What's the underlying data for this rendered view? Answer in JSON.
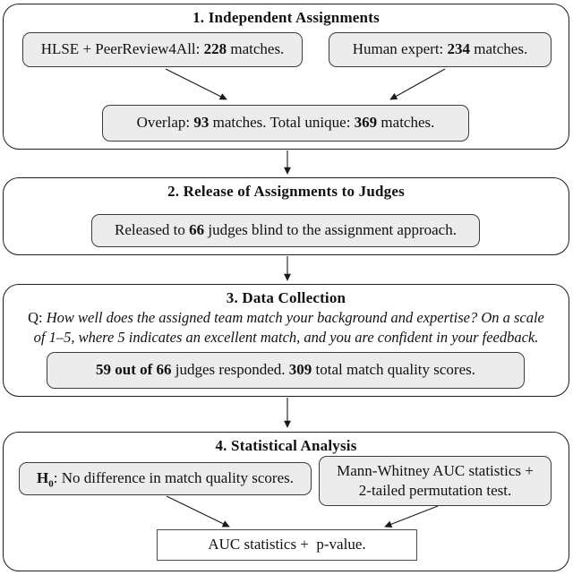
{
  "panels": [
    {
      "title": "1. Independent Assignments",
      "nodes": {
        "hlse": {
          "pre": "HLSE + PeerReview4All: ",
          "bold": "228",
          "post": " matches."
        },
        "human": {
          "pre": "Human expert: ",
          "bold": "234",
          "post": " matches."
        },
        "overlap": {
          "p1": "Overlap: ",
          "b1": "93",
          "p2": " matches. Total unique: ",
          "b2": "369",
          "p3": " matches."
        }
      }
    },
    {
      "title": "2. Release of Assignments to Judges",
      "nodes": {
        "released": {
          "pre": "Released to ",
          "bold": "66",
          "post": " judges blind to the assignment approach."
        }
      }
    },
    {
      "title": "3. Data Collection",
      "question": {
        "label": "Q: ",
        "line1": "How well does the assigned team match your background and expertise? On a scale",
        "line2": "of 1–5, where 5 indicates an excellent match, and you are confident in your feedback."
      },
      "nodes": {
        "responded": {
          "b1": "59 out of 66",
          "p1": " judges responded. ",
          "b2": "309",
          "p2": " total match quality scores."
        }
      }
    },
    {
      "title": "4. Statistical Analysis",
      "nodes": {
        "h0": {
          "bold": "H",
          "sub": "0",
          "post": ": No difference in match quality scores."
        },
        "mw": {
          "line1": "Mann-Whitney AUC statistics +",
          "line2": "2-tailed permutation test."
        },
        "result": {
          "text": "AUC statistics +  p-value."
        }
      }
    }
  ],
  "colors": {
    "panel_border": "#1c1c1c",
    "node_border": "#3c3c3c",
    "node_fill": "#ececec",
    "result_fill": "#ffffff",
    "arrow": "#1a1a1a"
  }
}
